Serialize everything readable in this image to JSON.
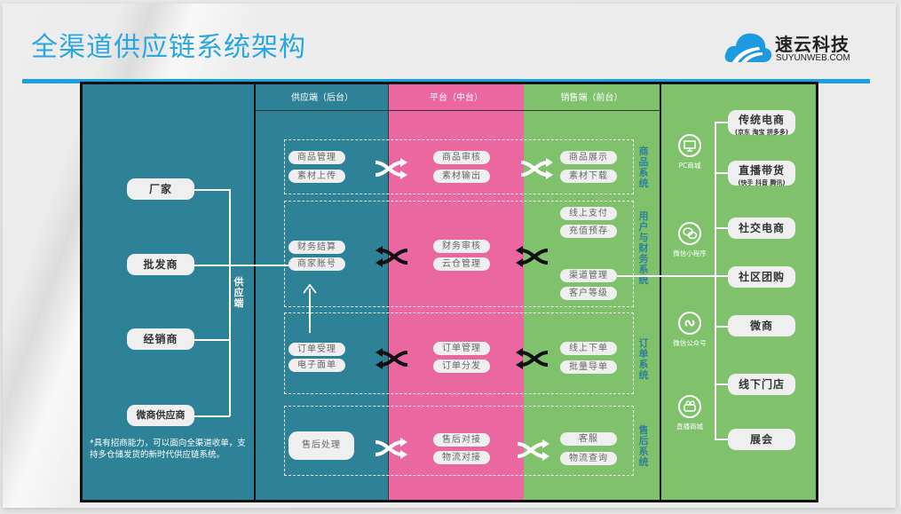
{
  "header": {
    "title": "全渠道供应链系统架构",
    "logo_name": "速云科技",
    "logo_domain": "SUYUNWEB.COM",
    "accent_color": "#1ba1e2"
  },
  "colors": {
    "supply": "#2e8297",
    "platform": "#ea67a0",
    "sales": "#7fc26b"
  },
  "columns": {
    "supply": "供应端（后台）",
    "platform": "平台（中台）",
    "sales": "销售端（前台）"
  },
  "suppliers": {
    "items": [
      "厂家",
      "批发商",
      "经销商",
      "微商供应商"
    ],
    "group_label": "供应端",
    "note": "*具有招商能力，可以面向全渠道收单，支持多仓储发货的新时代供应链系统。"
  },
  "systems": [
    {
      "label": "商品系统",
      "supply": [
        "商品管理",
        "素材上传"
      ],
      "platform": [
        "商品审核",
        "素材输出"
      ],
      "sales": [
        "商品展示",
        "素材下载"
      ],
      "flow": "forward"
    },
    {
      "label": "用户与财务系统",
      "supply": [
        "财务结算",
        "商家账号"
      ],
      "platform": [
        "财务审核",
        "云仓管理"
      ],
      "sales": [
        "线上支付",
        "充值预存",
        "渠道管理",
        "客户等级"
      ],
      "flow": "backward"
    },
    {
      "label": "订单系统",
      "supply": [
        "订单受理",
        "电子面单"
      ],
      "platform": [
        "订单管理",
        "订单分发"
      ],
      "sales": [
        "线上下单",
        "批量导单"
      ],
      "flow": "backward"
    },
    {
      "label": "售后系统",
      "supply": [
        "售后处理"
      ],
      "platform": [
        "售后对接",
        "物流对接"
      ],
      "sales": [
        "客服",
        "物流查询"
      ],
      "flow": "forward"
    }
  ],
  "terminals": [
    {
      "icon": "monitor-icon",
      "label": "PC商城"
    },
    {
      "icon": "wechat-icon",
      "label": "微信小程序"
    },
    {
      "icon": "link-icon",
      "label": "微信公众号"
    },
    {
      "icon": "camera-icon",
      "label": "直播商城"
    }
  ],
  "channels": [
    {
      "label": "传统电商",
      "sub": "(京东 淘宝 拼多多)"
    },
    {
      "label": "直播带货",
      "sub": "(快手 抖音 腾讯)"
    },
    {
      "label": "社交电商",
      "sub": ""
    },
    {
      "label": "社区团购",
      "sub": ""
    },
    {
      "label": "微商",
      "sub": ""
    },
    {
      "label": "线下门店",
      "sub": ""
    },
    {
      "label": "展会",
      "sub": ""
    }
  ]
}
